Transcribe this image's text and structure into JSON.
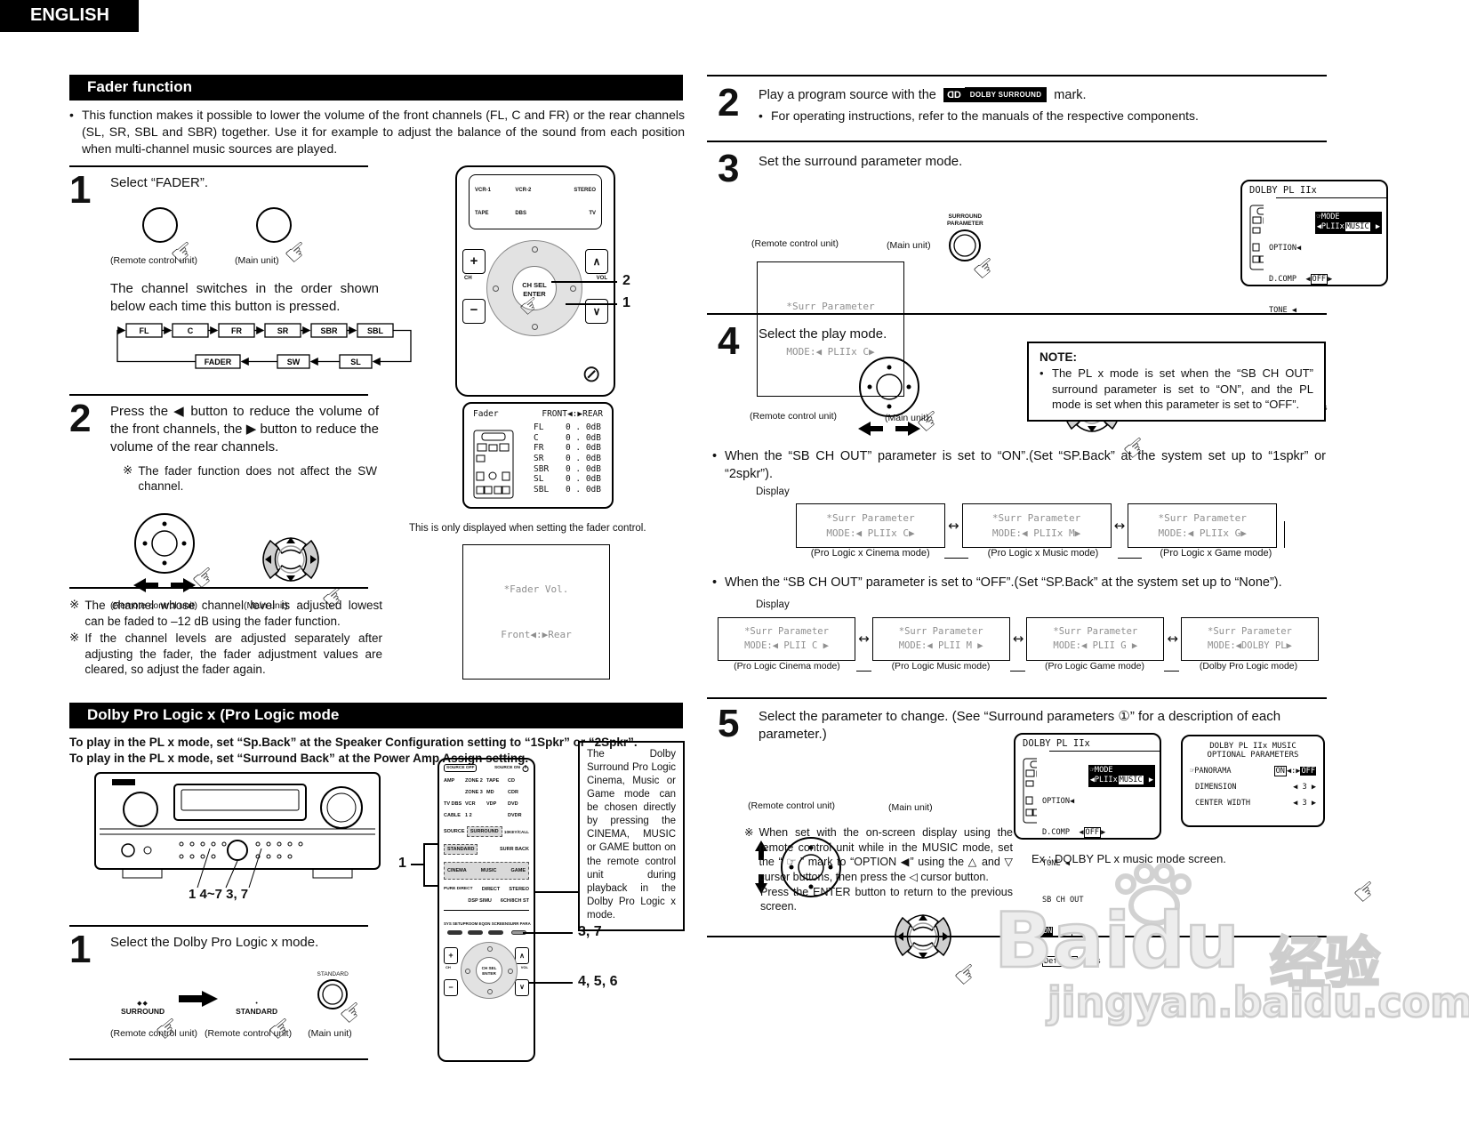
{
  "header": {
    "label": "ENGLISH"
  },
  "icons": {
    "hand": "☞",
    "mute": "⊘",
    "swap": "↔",
    "bullet": "•",
    "note_mark": "※",
    "dolby_d": "D",
    "spk_pair": "◆◆",
    "dot": "•"
  },
  "fader": {
    "title": "Fader function",
    "intro": "This function makes it possible to lower the volume of the front channels (FL, C and FR) or the rear channels (SL, SR, SBL and SBR) together. Use it for example to adjust the balance of the sound from each position when multi-channel music sources are played.",
    "step1": {
      "num": "1",
      "text": "Select “FADER”.",
      "remote_label": "(Remote control unit)",
      "main_label": "(Main unit)",
      "after": "The channel switches in the order shown below each time this button is pressed.",
      "chain_top": [
        "FL",
        "C",
        "FR",
        "SR",
        "SBR",
        "SBL"
      ],
      "chain_bottom": [
        "FADER",
        "SW",
        "SL"
      ]
    },
    "step2": {
      "num": "2",
      "text": "Press the ◀ button to reduce the volume of the front channels, the ▶ button to reduce the volume of the rear channels.",
      "note": "The fader function does not affect the SW channel.",
      "remote_label": "(Remote control unit)",
      "main_label": "(Main unit)"
    },
    "notes": [
      {
        "text": "The channel whose channel level is adjusted lowest can be faded to –12 dB using the fader function."
      },
      {
        "text": "If the channel levels are adjusted separately after adjusting the fader, the fader adjustment values are cleared, so adjust the fader again."
      }
    ]
  },
  "fader_display": {
    "title": "Fader",
    "front_rear": "FRONT◀:▶REAR",
    "rows": [
      {
        "ch": "FL",
        "val": "0 . 0dB"
      },
      {
        "ch": "C",
        "val": "0 . 0dB"
      },
      {
        "ch": "FR",
        "val": "0 . 0dB"
      },
      {
        "ch": "SR",
        "val": "0 . 0dB"
      },
      {
        "ch": "SBR",
        "val": "0 . 0dB"
      },
      {
        "ch": "SL",
        "val": "0 . 0dB"
      },
      {
        "ch": "SBL",
        "val": "0 . 0dB"
      }
    ],
    "caption": "This is only displayed when setting the fader control.",
    "vol_line1": "*Fader Vol.",
    "vol_line2": "Front◀:▶Rear"
  },
  "remote1": {
    "sources": [
      "VCR-1",
      "VCR-2",
      "STEREO",
      "TAPE",
      "DBS",
      "TV"
    ],
    "callout_2": "2",
    "callout_1": "1"
  },
  "pad": {
    "plus": "+",
    "minus": "−",
    "ch": "CH",
    "vol": "VOL",
    "up": "∧",
    "down": "∨",
    "ch_sel": "CH SEL",
    "enter": "ENTER"
  },
  "dolby": {
    "title": "Dolby Pro Logic   x (Pro Logic     mode",
    "bold1": "To play in the PL  x mode, set “Sp.Back” at the Speaker Configuration setting to “1Spkr” or “2Spkr”.",
    "bold2": "To play in the PL  x mode, set “Surround Back” at the Power Amp Assign setting.",
    "receiver_callout": "1 4~7  3, 7",
    "step1": {
      "num": "1",
      "text": "Select the Dolby Pro Logic  x mode.",
      "surround": "SURROUND",
      "standard": "STANDARD",
      "standard_main": "STANDARD",
      "label_remote1": "(Remote control unit)",
      "label_remote2": "(Remote control unit)",
      "label_main": "(Main unit)"
    },
    "side_note": "The Dolby Surround Pro Logic Cinema, Music or Game mode can be chosen directly by pressing the CINEMA, MUSIC or GAME button on the remote control unit during playback in the Dolby Pro Logic  x mode."
  },
  "remote2": {
    "source_off": "SOURCE OFF",
    "source_on": "SOURCE ON",
    "grid": [
      "AMP",
      "ZONE 2",
      "TAPE",
      "CD",
      "",
      "ZONE 3",
      "MD",
      "CDR",
      "TV DBS",
      "VCR",
      "VDP",
      "DVD",
      "CABLE",
      "1 2",
      "",
      "DVDR"
    ],
    "source_sel": "SOURCE",
    "surround": "SURROUND",
    "key_call": "10KEY/CALL",
    "standard": "STANDARD",
    "surr_back": "SURR BACK",
    "modes": [
      "CINEMA",
      "MUSIC",
      "GAME"
    ],
    "direct_row": [
      "PURE DIRECT",
      "DIRECT",
      "STEREO"
    ],
    "dsp_row": [
      "DSP SIMU",
      "6CH/8CH ST"
    ],
    "func_row": [
      "SYS SETUP",
      "ROOM EQ",
      "ON SCREEN",
      "SURR PARA"
    ],
    "callout_1": "1",
    "callout_37": "3, 7",
    "callout_456": "4, 5, 6"
  },
  "right": {
    "step2": {
      "num": "2",
      "pre": "Play a program source with the",
      "mark": "DOLBY SURROUND",
      "post": "mark.",
      "bullet": "For operating instructions, refer to the manuals of the respective components."
    },
    "step3": {
      "num": "3",
      "text": "Set the surround parameter mode.",
      "surr_para": "SURR PARA",
      "sp1": "SURROUND",
      "sp2": "PARAMETER",
      "remote_label": "(Remote control unit)",
      "main_label": "(Main unit)",
      "box_l1": "*Surr Parameter",
      "box_l2": "MODE:◀ PLIIx C▶"
    },
    "step4": {
      "num": "4",
      "text": "Select the play mode.",
      "remote_label": "(Remote control unit)",
      "main_label": "(Main unit)",
      "note_title": "NOTE:",
      "note": "The PL  x mode is set when the “SB CH OUT” surround parameter is set to “ON”, and the PL mode is set when this parameter is set to “OFF”."
    },
    "bullet_on": "When the “SB CH OUT” parameter is set to “ON”.(Set “SP.Back” at the system set up to “1spkr” or “2spkr”).",
    "display_label_on": "Display",
    "on_displays": [
      {
        "l1": "*Surr Parameter",
        "l2": "MODE:◀ PLIIx C▶",
        "cap": "(Pro Logic  x Cinema mode)"
      },
      {
        "l1": "*Surr Parameter",
        "l2": "MODE:◀ PLIIx M▶",
        "cap": "(Pro Logic  x Music mode)"
      },
      {
        "l1": "*Surr Parameter",
        "l2": "MODE:◀ PLIIx G▶",
        "cap": "(Pro Logic  x Game mode)"
      }
    ],
    "bullet_off": "When the “SB CH OUT” parameter is set to “OFF”.(Set “SP.Back” at the system set up to “None”).",
    "display_label_off": "Display",
    "off_displays": [
      {
        "l1": "*Surr Parameter",
        "l2": "MODE:◀ PLII C ▶",
        "cap": "(Pro Logic   Cinema mode)"
      },
      {
        "l1": "*Surr Parameter",
        "l2": "MODE:◀ PLII M ▶",
        "cap": "(Pro Logic   Music mode)"
      },
      {
        "l1": "*Surr Parameter",
        "l2": "MODE:◀ PLII G ▶",
        "cap": "(Pro Logic   Game mode)"
      },
      {
        "l1": "*Surr Parameter",
        "l2": "MODE:◀DOLBY PL▶",
        "cap": "(Dolby Pro Logic mode)"
      }
    ],
    "step5": {
      "num": "5",
      "text": "Select the parameter to change. (See “Surround parameters ①” for a description of each parameter.)",
      "remote_label": "(Remote control unit)",
      "main_label": "(Main unit)",
      "ex": "Ex : DOLBY PL  x music mode screen.",
      "note1": "When set with the on-screen display using the remote control unit while in the MUSIC mode, set the “ ☞ ” mark to “OPTION ◀” using the △ and ▽ cursor buttons, then press the ◁ cursor button.",
      "note2": "Press the ENTER button to return to the previous screen."
    }
  },
  "osd": {
    "title": "DOLBY PL IIx",
    "cursor": "☞",
    "mode": "MODE",
    "sel_left": "◀PLIIx",
    "sel_box": "MUSIC",
    "sel_right": "▶",
    "option": "OPTION◀",
    "dcomp": "D.COMP",
    "dcomp_l": "◀",
    "dcomp_box": "OFF",
    "dcomp_r": "▶",
    "tone": "TONE ◀",
    "sb": "SB CH OUT",
    "on": "ON",
    "colon": ":",
    "off": "OFF",
    "default_label": "Default",
    "yes": "Yes"
  },
  "music": {
    "t1": "DOLBY PL IIx MUSIC",
    "t2": "OPTIONAL PARAMETERS",
    "cursor": "☞",
    "panorama": "PANORAMA",
    "pan_on": "ON",
    "pan_mid": "◀:▶",
    "pan_off": "OFF",
    "dimension": "DIMENSION",
    "dim_val": "◀ 3 ▶",
    "center_width": "CENTER WIDTH",
    "cw_val": "◀ 3 ▶"
  },
  "watermark": {
    "brand": "Baidu",
    "zh": "经验",
    "url": "jingyan.baidu.com"
  }
}
